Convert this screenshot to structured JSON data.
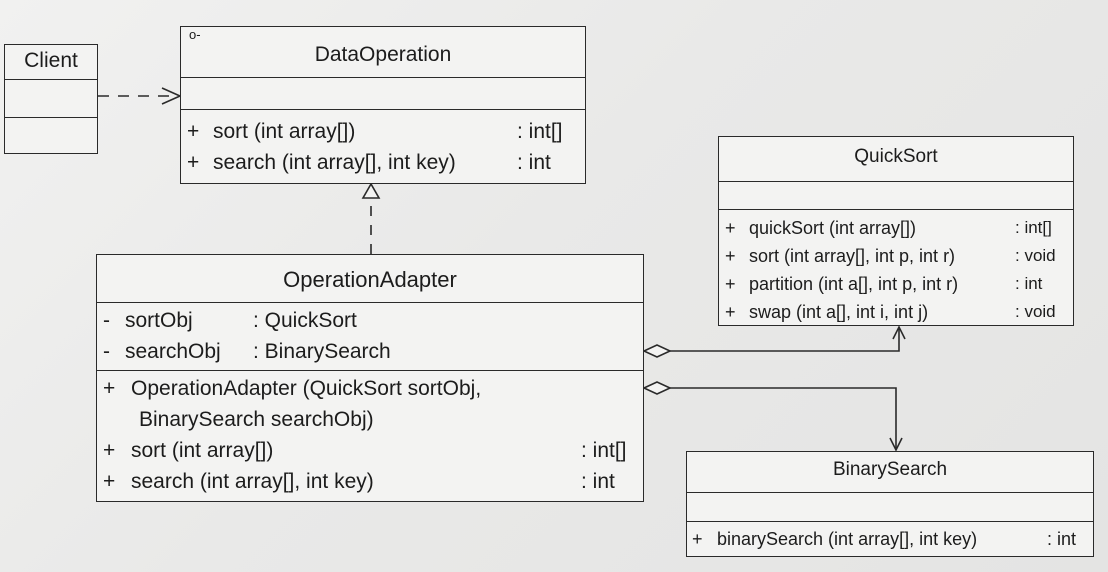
{
  "client": {
    "name": "Client"
  },
  "data_operation": {
    "stereotype_icon": "o-",
    "name": "DataOperation",
    "methods": [
      {
        "visibility": "+",
        "signature": "sort (int array[])",
        "type": ": int[]"
      },
      {
        "visibility": "+",
        "signature": "search (int array[], int key)",
        "type": ": int"
      }
    ]
  },
  "quick_sort": {
    "name": "QuickSort",
    "methods": [
      {
        "visibility": "+",
        "signature": "quickSort (int array[])",
        "type": ": int[]"
      },
      {
        "visibility": "+",
        "signature": "sort (int array[], int p, int r)",
        "type": ": void"
      },
      {
        "visibility": "+",
        "signature": "partition (int a[], int p, int r)",
        "type": ": int"
      },
      {
        "visibility": "+",
        "signature": "swap (int a[], int i, int j)",
        "type": ": void"
      }
    ]
  },
  "operation_adapter": {
    "name": "OperationAdapter",
    "attributes": [
      {
        "visibility": "-",
        "name": "sortObj",
        "type": ": QuickSort"
      },
      {
        "visibility": "-",
        "name": "searchObj",
        "type": ": BinarySearch"
      }
    ],
    "methods": [
      {
        "visibility": "+",
        "signature": "OperationAdapter (QuickSort sortObj,",
        "type": ""
      },
      {
        "visibility": "",
        "signature": "BinarySearch searchObj)",
        "type": ""
      },
      {
        "visibility": "+",
        "signature": "sort (int array[])",
        "type": ": int[]"
      },
      {
        "visibility": "+",
        "signature": "search (int array[], int key)",
        "type": ": int"
      }
    ]
  },
  "binary_search": {
    "name": "BinarySearch",
    "methods": [
      {
        "visibility": "+",
        "signature": "binarySearch (int array[], int key)",
        "type": ": int"
      }
    ]
  },
  "relations": [
    {
      "kind": "dependency",
      "from": "Client",
      "to": "DataOperation"
    },
    {
      "kind": "realization",
      "from": "OperationAdapter",
      "to": "DataOperation"
    },
    {
      "kind": "aggregation",
      "from": "OperationAdapter",
      "to": "QuickSort"
    },
    {
      "kind": "aggregation",
      "from": "OperationAdapter",
      "to": "BinarySearch"
    }
  ],
  "colors": {
    "line": "#2a2a2a",
    "background": "#ececeb",
    "box_fill": "#f3f3f2"
  }
}
